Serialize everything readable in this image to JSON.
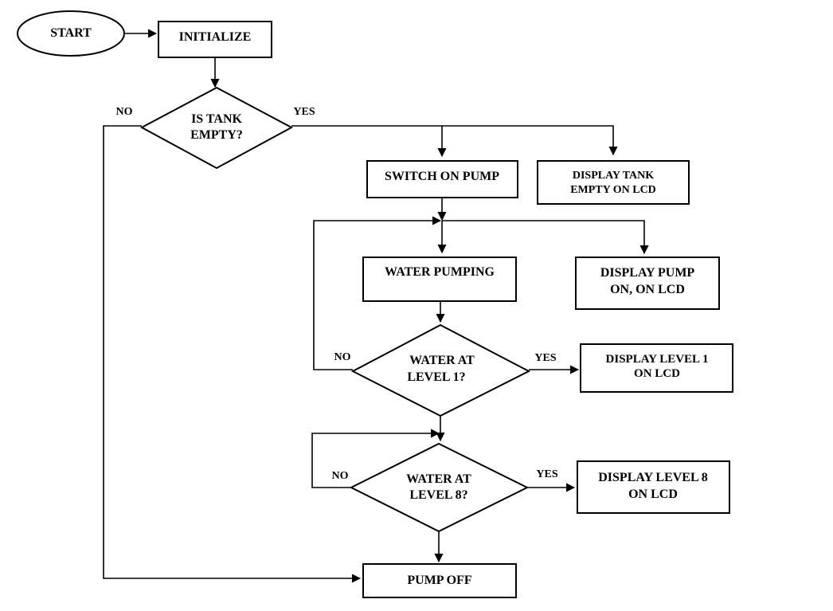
{
  "nodes": {
    "start": "START",
    "initialize": "INITIALIZE",
    "is_tank_empty": [
      "IS TANK",
      "EMPTY?"
    ],
    "switch_on_pump": "SWITCH ON PUMP",
    "display_tank_empty": [
      "DISPLAY TANK",
      "EMPTY ON LCD"
    ],
    "water_pumping": "WATER PUMPING",
    "display_pump_on": [
      "DISPLAY PUMP",
      "ON, ON LCD"
    ],
    "water_at_level_1": [
      "WATER AT",
      "LEVEL 1?"
    ],
    "display_level_1": [
      "DISPLAY LEVEL 1",
      "ON LCD"
    ],
    "water_at_level_8": [
      "WATER AT",
      "LEVEL 8?"
    ],
    "display_level_8": [
      "DISPLAY LEVEL 8",
      "ON LCD"
    ],
    "pump_off": "PUMP OFF"
  },
  "edge_labels": {
    "tank_no": "NO",
    "tank_yes": "YES",
    "level1_no": "NO",
    "level1_yes": "YES",
    "level8_no": "NO",
    "level8_yes": "YES"
  }
}
